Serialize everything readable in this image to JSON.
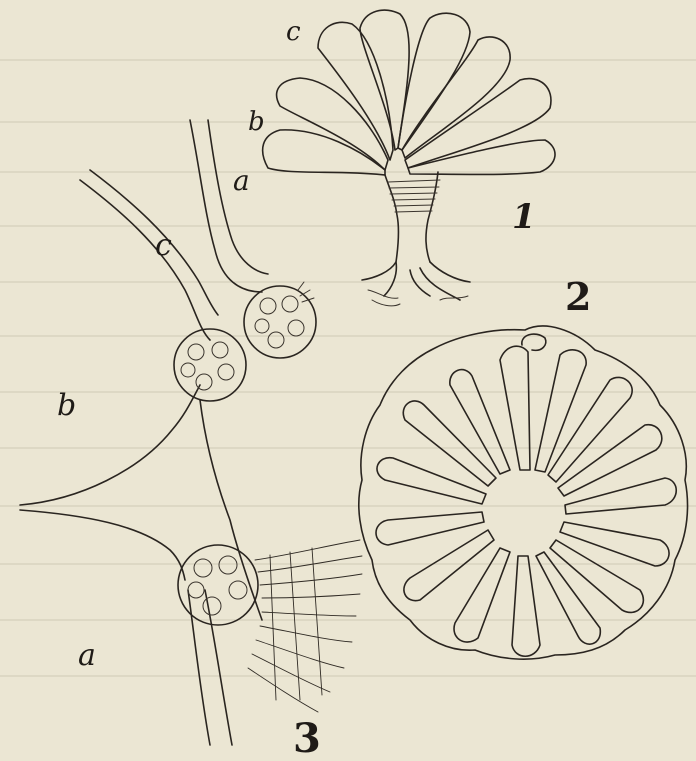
{
  "figure_numbers": {
    "fig1": "1",
    "fig2": "2",
    "fig3": "3"
  },
  "labels": {
    "fig1_c": "c",
    "fig1_b": "b",
    "fig1_a": "a",
    "fig3_c": "c",
    "fig3_b": "b",
    "fig3_a": "a"
  },
  "colors": {
    "paper": "#ebe6d3",
    "ink": "#2a2520",
    "show_through": "#cfc9b5"
  }
}
